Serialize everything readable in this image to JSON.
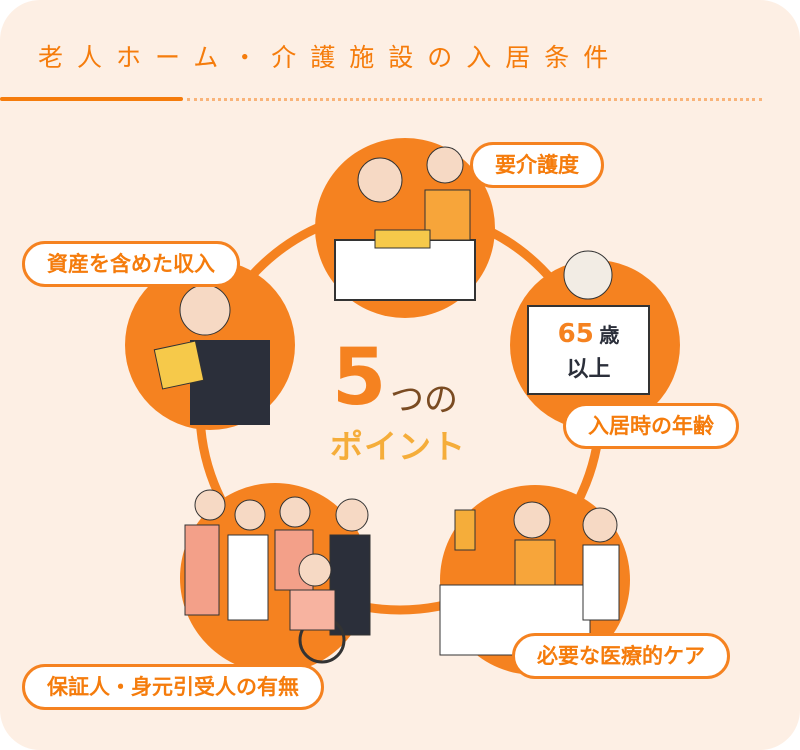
{
  "title": "老人ホーム・介護施設の入居条件",
  "center": {
    "number": "5",
    "suffix": "つの",
    "label": "ポイント"
  },
  "points": [
    {
      "label": "要介護度"
    },
    {
      "label": "入居時の年齢"
    },
    {
      "label": "必要な医療的ケア"
    },
    {
      "label": "保証人・身元引受人の有無"
    },
    {
      "label": "資産を含めた収入"
    }
  ],
  "age_sign": {
    "number": "65",
    "unit": "歳",
    "suffix": "以上"
  },
  "colors": {
    "accent": "#f58220",
    "background": "#fdefe4"
  }
}
